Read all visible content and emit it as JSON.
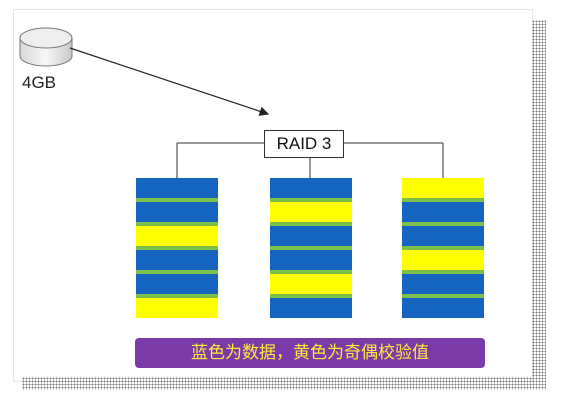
{
  "disk": {
    "label": "4GB"
  },
  "raid": {
    "label": "RAID 3"
  },
  "legend": {
    "text": "蓝色为数据，黄色为奇偶校验值"
  },
  "colors": {
    "data": "#1565c0",
    "parity": "#ffff00",
    "separator": "#7cc04a",
    "legend_bg": "#7a3aa8",
    "legend_text": "#ffea3a"
  },
  "disks": [
    {
      "name": "disk-1",
      "stripes": [
        "data",
        "data",
        "parity",
        "data",
        "data",
        "parity"
      ]
    },
    {
      "name": "disk-2",
      "stripes": [
        "data",
        "parity",
        "data",
        "data",
        "parity",
        "data"
      ]
    },
    {
      "name": "disk-3",
      "stripes": [
        "parity",
        "data",
        "data",
        "parity",
        "data",
        "data"
      ]
    }
  ]
}
